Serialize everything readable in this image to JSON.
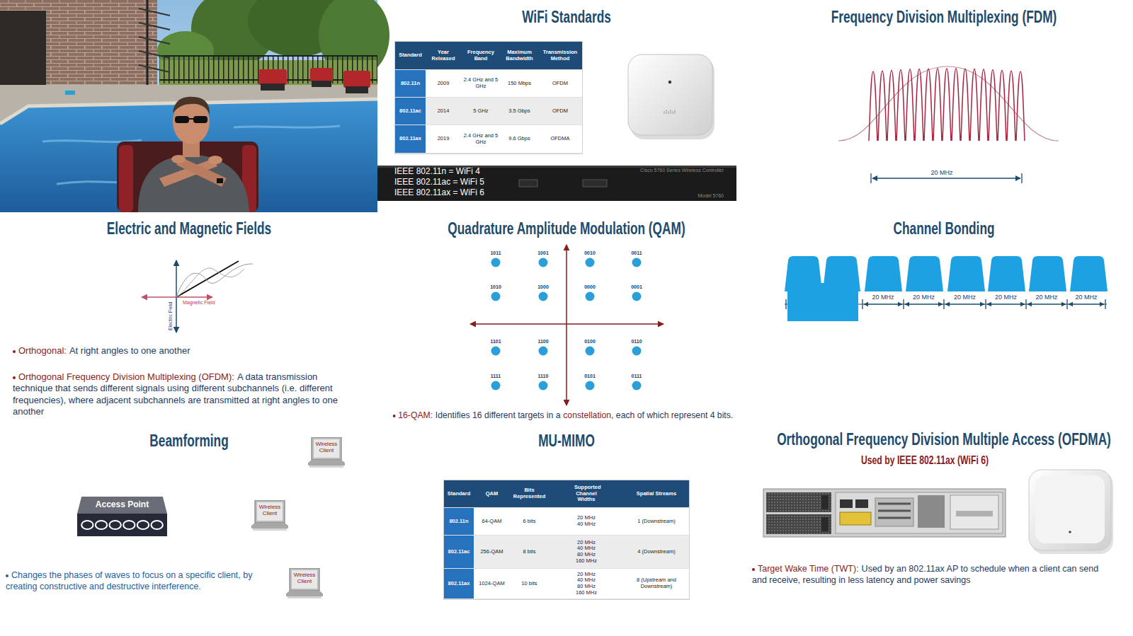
{
  "diagram": {
    "nodes": [
      {
        "text": [
          "IEEE 802.11n = WiFi 4",
          "IEEE 802.11ac = WiFi 5",
          "IEEE 802.11ax = WiFi 6",
          "Cisco 5760 Series Wireless Controller",
          "Model 5760"
        ]
      },
      {
        "text": [
          "Access Point"
        ]
      },
      {
        "text": [
          "Wireless Client"
        ]
      },
      {
        "text": [
          "Wireless Client"
        ]
      },
      {
        "text": [
          "Wireless Client"
        ]
      }
    ],
    "labels": [
      "WiFi Standards",
      "Standard",
      "Year Released",
      "Frequency Band",
      "Maximum Bandwidth",
      "Transmission Method",
      "802.11n",
      "2009",
      "2.4 GHz and 5 GHz",
      "150 Mbps",
      "OFDM",
      "802.11ac",
      "2014",
      "5 GHz",
      "3.5 Gbps",
      "OFDM",
      "802.11ax",
      "2019",
      "2.4 GHz and 5 GHz",
      "9.6 Gbps",
      "OFDMA",
      "Frequency Division Multiplexing (FDM)",
      "20 MHz",
      "Electric and Magnetic Fields",
      "Magnetic Field",
      "Electric Field",
      "Orthogonal:",
      "At right angles to one another",
      "Orthogonal Frequency Division Multiplexing (OFDM):",
      "A data transmission technique that sends different signals using different subchannels (i.e. different frequencies), where adjacent subchannels are transmitted at right angles to one another",
      "Quadrature Amplitude Modulation (QAM)",
      "1011",
      "1001",
      "0010",
      "0011",
      "1010",
      "1000",
      "0000",
      "0001",
      "1101",
      "1100",
      "0100",
      "0110",
      "1111",
      "1110",
      "0101",
      "0111",
      "16-QAM:",
      "Identifies 16 different targets in a",
      "constellation",
      ", each of which represent 4 bits.",
      "Channel Bonding",
      "20 MHz",
      "20 MHz",
      "20 MHz",
      "20 MHz",
      "20 MHz",
      "20 MHz",
      "Beamforming",
      "Changes the phases of waves to focus on a specific client, by creating constructive and destructive interference.",
      "MU-MIMO",
      "Standard",
      "QAM",
      "Bits Represented",
      "Supported Channel Widths",
      "Spatial Streams",
      "802.11n",
      "64-QAM",
      "6 bits",
      "20 MHz 40 MHz",
      "1 (Downstream)",
      "802.11ac",
      "256-QAM",
      "8 bits",
      "20 MHz 40 MHz 80 MHz 160 MHz",
      "4 (Downstream)",
      "802.11ax",
      "1024-QAM",
      "10 bits",
      "20 MHz 40 MHz 80 MHz 160 MHz",
      "8 (Upstream and Downstream)",
      "Orthogonal Frequency Division Multiple Access (OFDMA)",
      "Used by IEEE 802.11ax (WiFi 6)",
      "Target Wake Time (TWT):",
      "Used by an 802.11ax AP to schedule when a client can send and receive, resulting in less latency and power savings"
    ]
  }
}
